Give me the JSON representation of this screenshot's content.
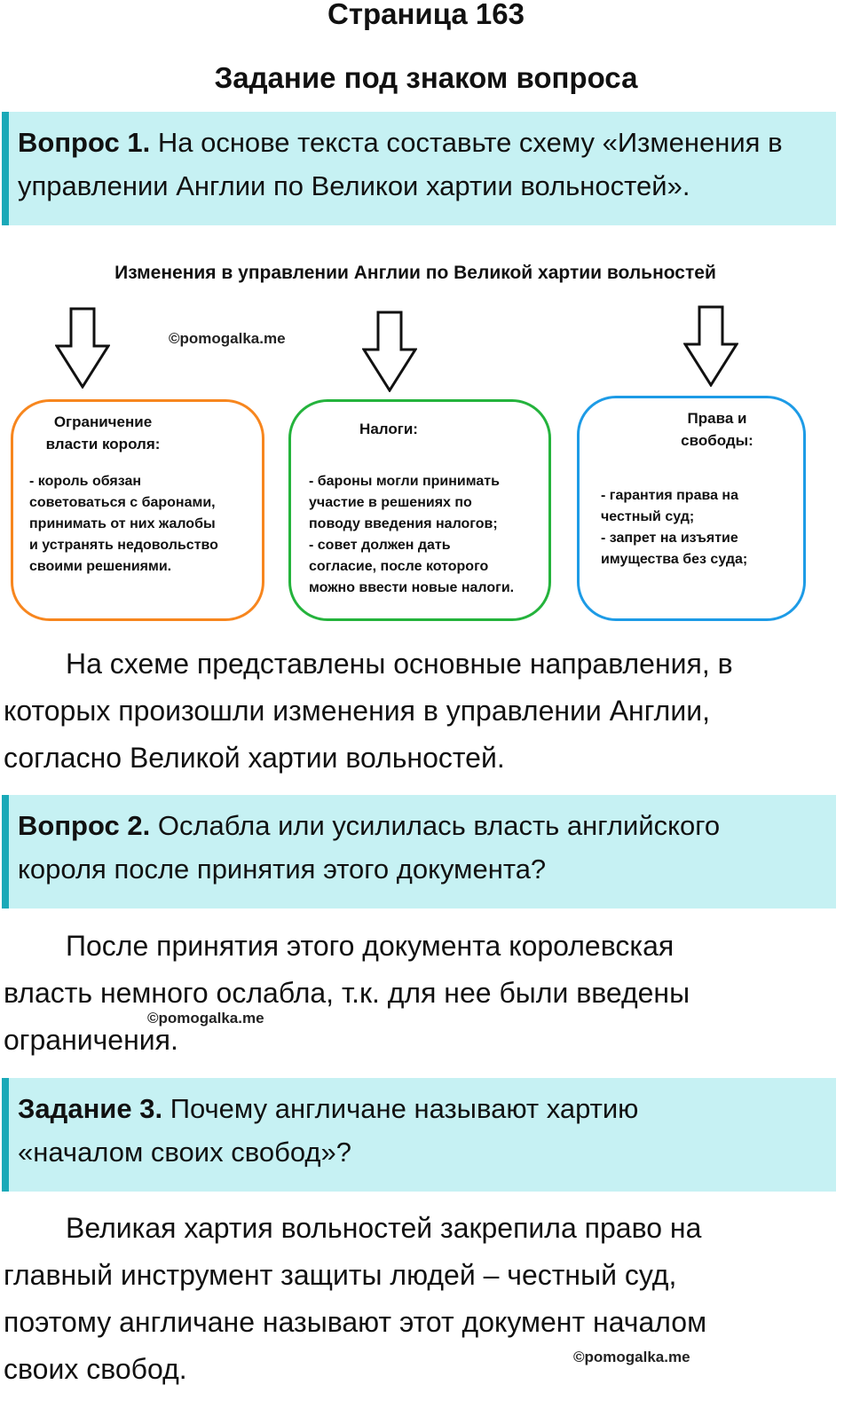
{
  "page": {
    "title": "Страница 163",
    "section": "Задание под знаком вопроса"
  },
  "q1": {
    "label": "Вопрос 1.",
    "text_line1": " На основе текста составьте схему «Изменения в",
    "text_line2": "управлении Англии по Великои хартии вольностей»."
  },
  "diagram": {
    "title": "Изменения в управлении Англии по Великой хартии вольностей",
    "watermark": "©pomogalka.me",
    "boxes": [
      {
        "title_line1": "Ограничение",
        "title_line2": "власти короля:",
        "lines": [
          "- король обязан",
          "советоваться с баронами,",
          "принимать от них жалобы",
          "и устранять недовольство",
          "своими решениями."
        ]
      },
      {
        "title_line1": "Налоги:",
        "lines": [
          "- бароны могли принимать",
          "участие в решениях по",
          "поводу введения налогов;",
          "- совет должен дать",
          "согласие, после которого",
          "можно ввести новые налоги."
        ]
      },
      {
        "title_line1": "Права и",
        "title_line2": "свободы:",
        "lines": [
          "- гарантия права на",
          "честный суд;",
          "- запрет на изъятие",
          "имущества без суда;"
        ]
      }
    ],
    "colors": {
      "box1": "#f7861e",
      "box2": "#24b33c",
      "box3": "#1d9be6"
    }
  },
  "answer1": {
    "line1": "На схеме представлены основные направления, в",
    "line2": "которых произошли изменения в управлении Англии,",
    "line3": "согласно Великой хартии вольностей."
  },
  "q2": {
    "label": "Вопрос 2.",
    "text_line1": " Ослабла или усилилась власть английского",
    "text_line2": "короля после принятия этого документа?"
  },
  "answer2": {
    "line1": "После принятия этого документа королевская",
    "line2": "власть немного ослабла, т.к. для нее были введены",
    "line3": "ограничения.",
    "watermark": "©pomogalka.me"
  },
  "q3": {
    "label": "Задание 3.",
    "text_line1": " Почему англичане называют хартию",
    "text_line2": "«началом своих свобод»?"
  },
  "answer3": {
    "line1": "Великая хартия вольностей закрепила право на",
    "line2": "главный инструмент защиты людей – честный суд,",
    "line3": "поэтому англичане называют этот документ началом",
    "line4": "своих свобод.",
    "watermark": "©pomogalka.me"
  }
}
